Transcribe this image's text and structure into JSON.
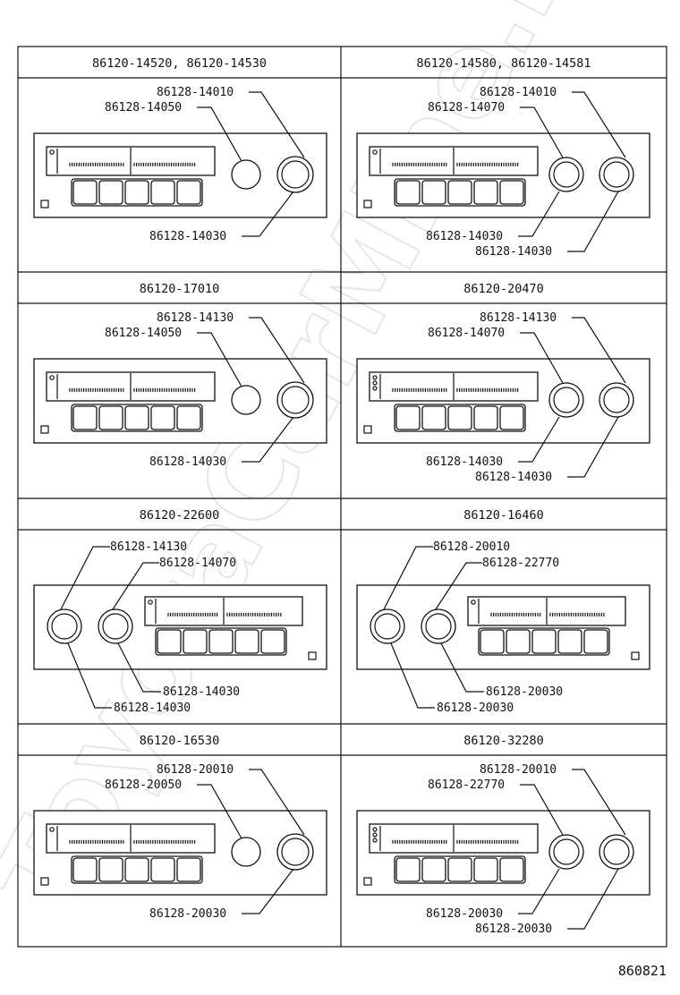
{
  "watermark": "ToyotaCarMine.ru",
  "footer_code": "860821",
  "cells": [
    {
      "title": "86120-14520, 86120-14530",
      "layout": "A",
      "labels": [
        "86128-14010",
        "86128-14050",
        "86128-14030"
      ]
    },
    {
      "title": "86120-14580, 86120-14581",
      "layout": "B",
      "labels": [
        "86128-14010",
        "86128-14070",
        "86128-14030",
        "86128-14030"
      ]
    },
    {
      "title": "86120-17010",
      "layout": "A",
      "labels": [
        "86128-14130",
        "86128-14050",
        "86128-14030"
      ]
    },
    {
      "title": "86120-20470",
      "layout": "B",
      "labels": [
        "86128-14130",
        "86128-14070",
        "86128-14030",
        "86128-14030"
      ]
    },
    {
      "title": "86120-22600",
      "layout": "C",
      "labels": [
        "86128-14130",
        "86128-14070",
        "86128-14030",
        "86128-14030"
      ]
    },
    {
      "title": "86120-16460",
      "layout": "C",
      "labels": [
        "86128-20010",
        "86128-22770",
        "86128-20030",
        "86128-20030"
      ]
    },
    {
      "title": "86120-16530",
      "layout": "A",
      "labels": [
        "86128-20010",
        "86128-20050",
        "86128-20030"
      ]
    },
    {
      "title": "86120-32280",
      "layout": "B",
      "labels": [
        "86128-20010",
        "86128-22770",
        "86128-20030",
        "86128-20030"
      ]
    }
  ]
}
